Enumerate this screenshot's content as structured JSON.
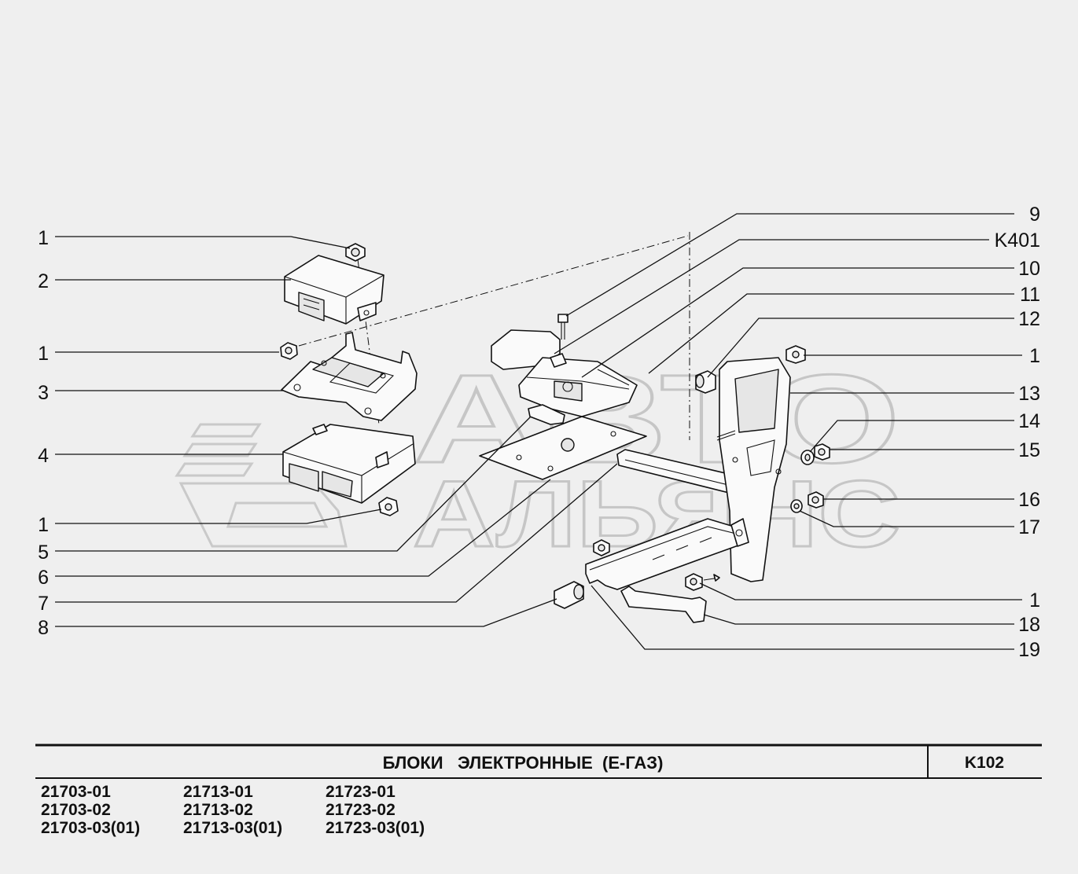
{
  "title": "БЛОКИ   ЭЛЕКТРОННЫЕ  (Е-ГАЗ)",
  "page_code": "K102",
  "watermark": {
    "line1": "АВТО",
    "line2": "АЛЬЯНС"
  },
  "left_labels": [
    "1",
    "2",
    "1",
    "3",
    "4",
    "1",
    "5",
    "6",
    "7",
    "8"
  ],
  "right_labels": [
    "9",
    "K401",
    "10",
    "11",
    "12",
    "1",
    "13",
    "14",
    "15",
    "16",
    "17",
    "1",
    "18",
    "19"
  ],
  "models": [
    [
      "21703-01",
      "21703-02",
      "21703-03(01)"
    ],
    [
      "21713-01",
      "21713-02",
      "21713-03(01)"
    ],
    [
      "21723-01",
      "21723-02",
      "21723-03(01)"
    ]
  ]
}
